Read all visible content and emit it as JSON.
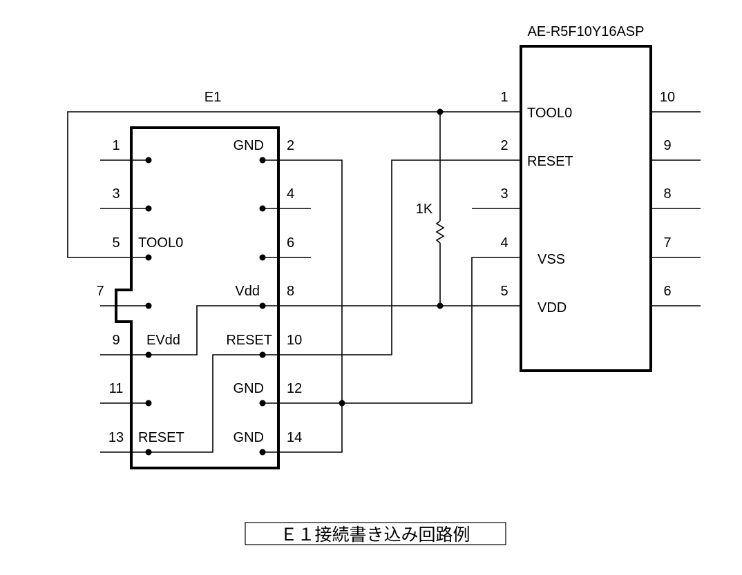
{
  "module": {
    "title": "AE-R5F10Y16ASP",
    "left_pins": [
      "1",
      "2",
      "3",
      "4",
      "5"
    ],
    "right_pins": [
      "10",
      "9",
      "8",
      "7",
      "6"
    ],
    "signals": {
      "tool0": "TOOL0",
      "reset": "RESET",
      "vss": "VSS",
      "vdd": "VDD"
    }
  },
  "e1": {
    "title": "E1",
    "odd_pins": [
      "1",
      "3",
      "5",
      "7",
      "9",
      "11",
      "13"
    ],
    "even_pins": [
      "2",
      "4",
      "6",
      "8",
      "10",
      "12",
      "14"
    ],
    "odd_labels": {
      "p5": "TOOL0",
      "p9": "EVdd",
      "p13": "RESET"
    },
    "even_labels": {
      "p2": "GND",
      "p8": "Vdd",
      "p10": "RESET",
      "p12": "GND",
      "p14": "GND"
    }
  },
  "resistor": {
    "label": "1K"
  },
  "caption": "Ｅ１接続書き込み回路例"
}
